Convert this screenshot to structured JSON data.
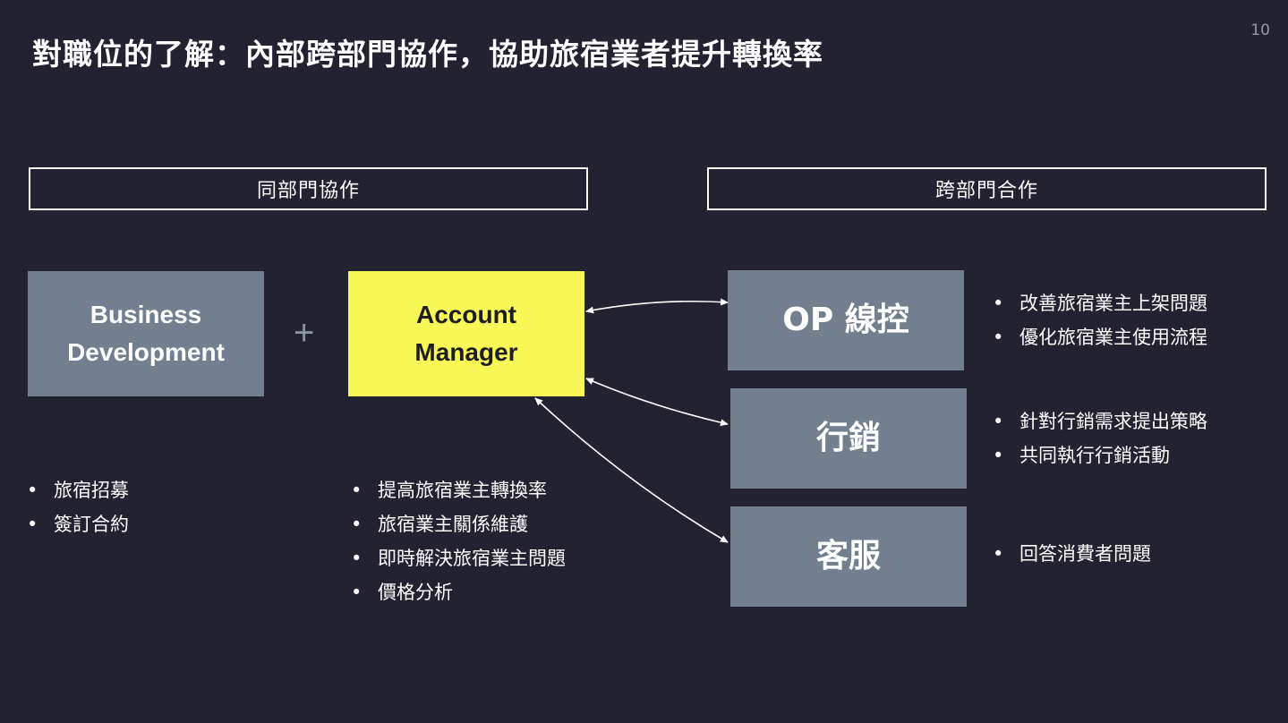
{
  "slide": {
    "title": "對職位的了解：內部跨部門協作，協助旅宿業者提升轉換率",
    "page_number": "10"
  },
  "sections": {
    "same_department": "同部門協作",
    "cross_department": "跨部門合作"
  },
  "plus_sign": "+",
  "boxes": {
    "bd": {
      "line1": "Business",
      "line2": "Development"
    },
    "am": {
      "line1": "Account",
      "line2": "Manager"
    },
    "op": {
      "label": "OP 線控"
    },
    "marketing": {
      "label": "行銷"
    },
    "cs": {
      "label": "客服"
    }
  },
  "bullets": {
    "bd": [
      "旅宿招募",
      "簽訂合約"
    ],
    "am": [
      "提高旅宿業主轉換率",
      "旅宿業主關係維護",
      "即時解決旅宿業主問題",
      "價格分析"
    ],
    "op": [
      "改善旅宿業主上架問題",
      "優化旅宿業主使用流程"
    ],
    "marketing": [
      "針對行銷需求提出策略",
      "共同執行行銷活動"
    ],
    "cs": [
      "回答消費者問題"
    ]
  },
  "colors": {
    "background": "#232230",
    "gray_box": "#737f8f",
    "highlight_box": "#f8f857",
    "text": "#ffffff"
  }
}
